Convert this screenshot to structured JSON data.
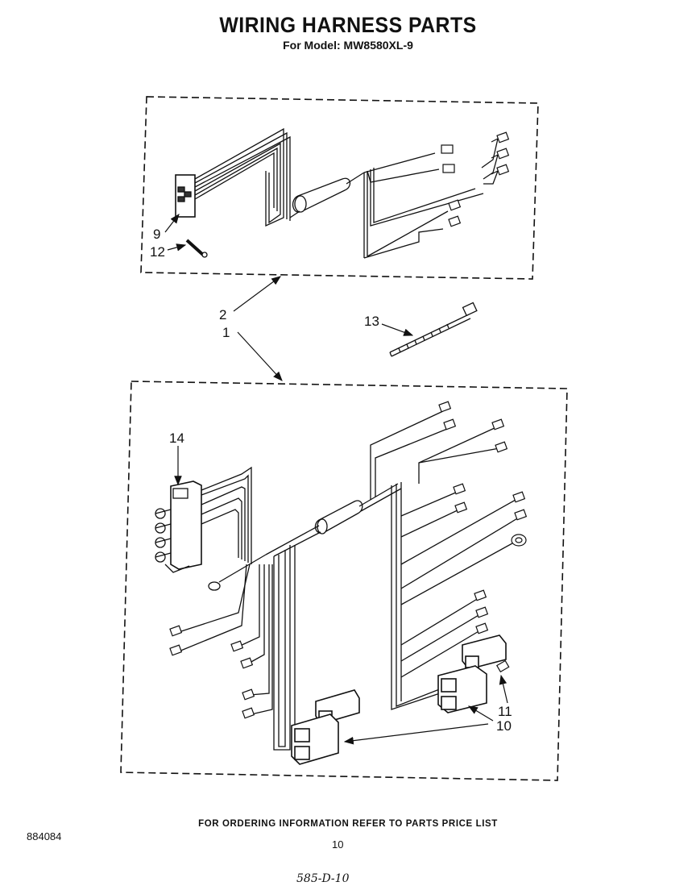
{
  "header": {
    "title": "WIRING HARNESS PARTS",
    "subtitle": "For Model: MW8580XL-9"
  },
  "callouts": {
    "c9": "9",
    "c12": "12",
    "c2": "2",
    "c1": "1",
    "c13": "13",
    "c14": "14",
    "c11": "11",
    "c10": "10"
  },
  "footer": {
    "ordering_note": "FOR ORDERING INFORMATION REFER TO PARTS PRICE LIST",
    "doc_number": "884084",
    "page_number": "10",
    "handwritten_code": "585-D-10"
  }
}
